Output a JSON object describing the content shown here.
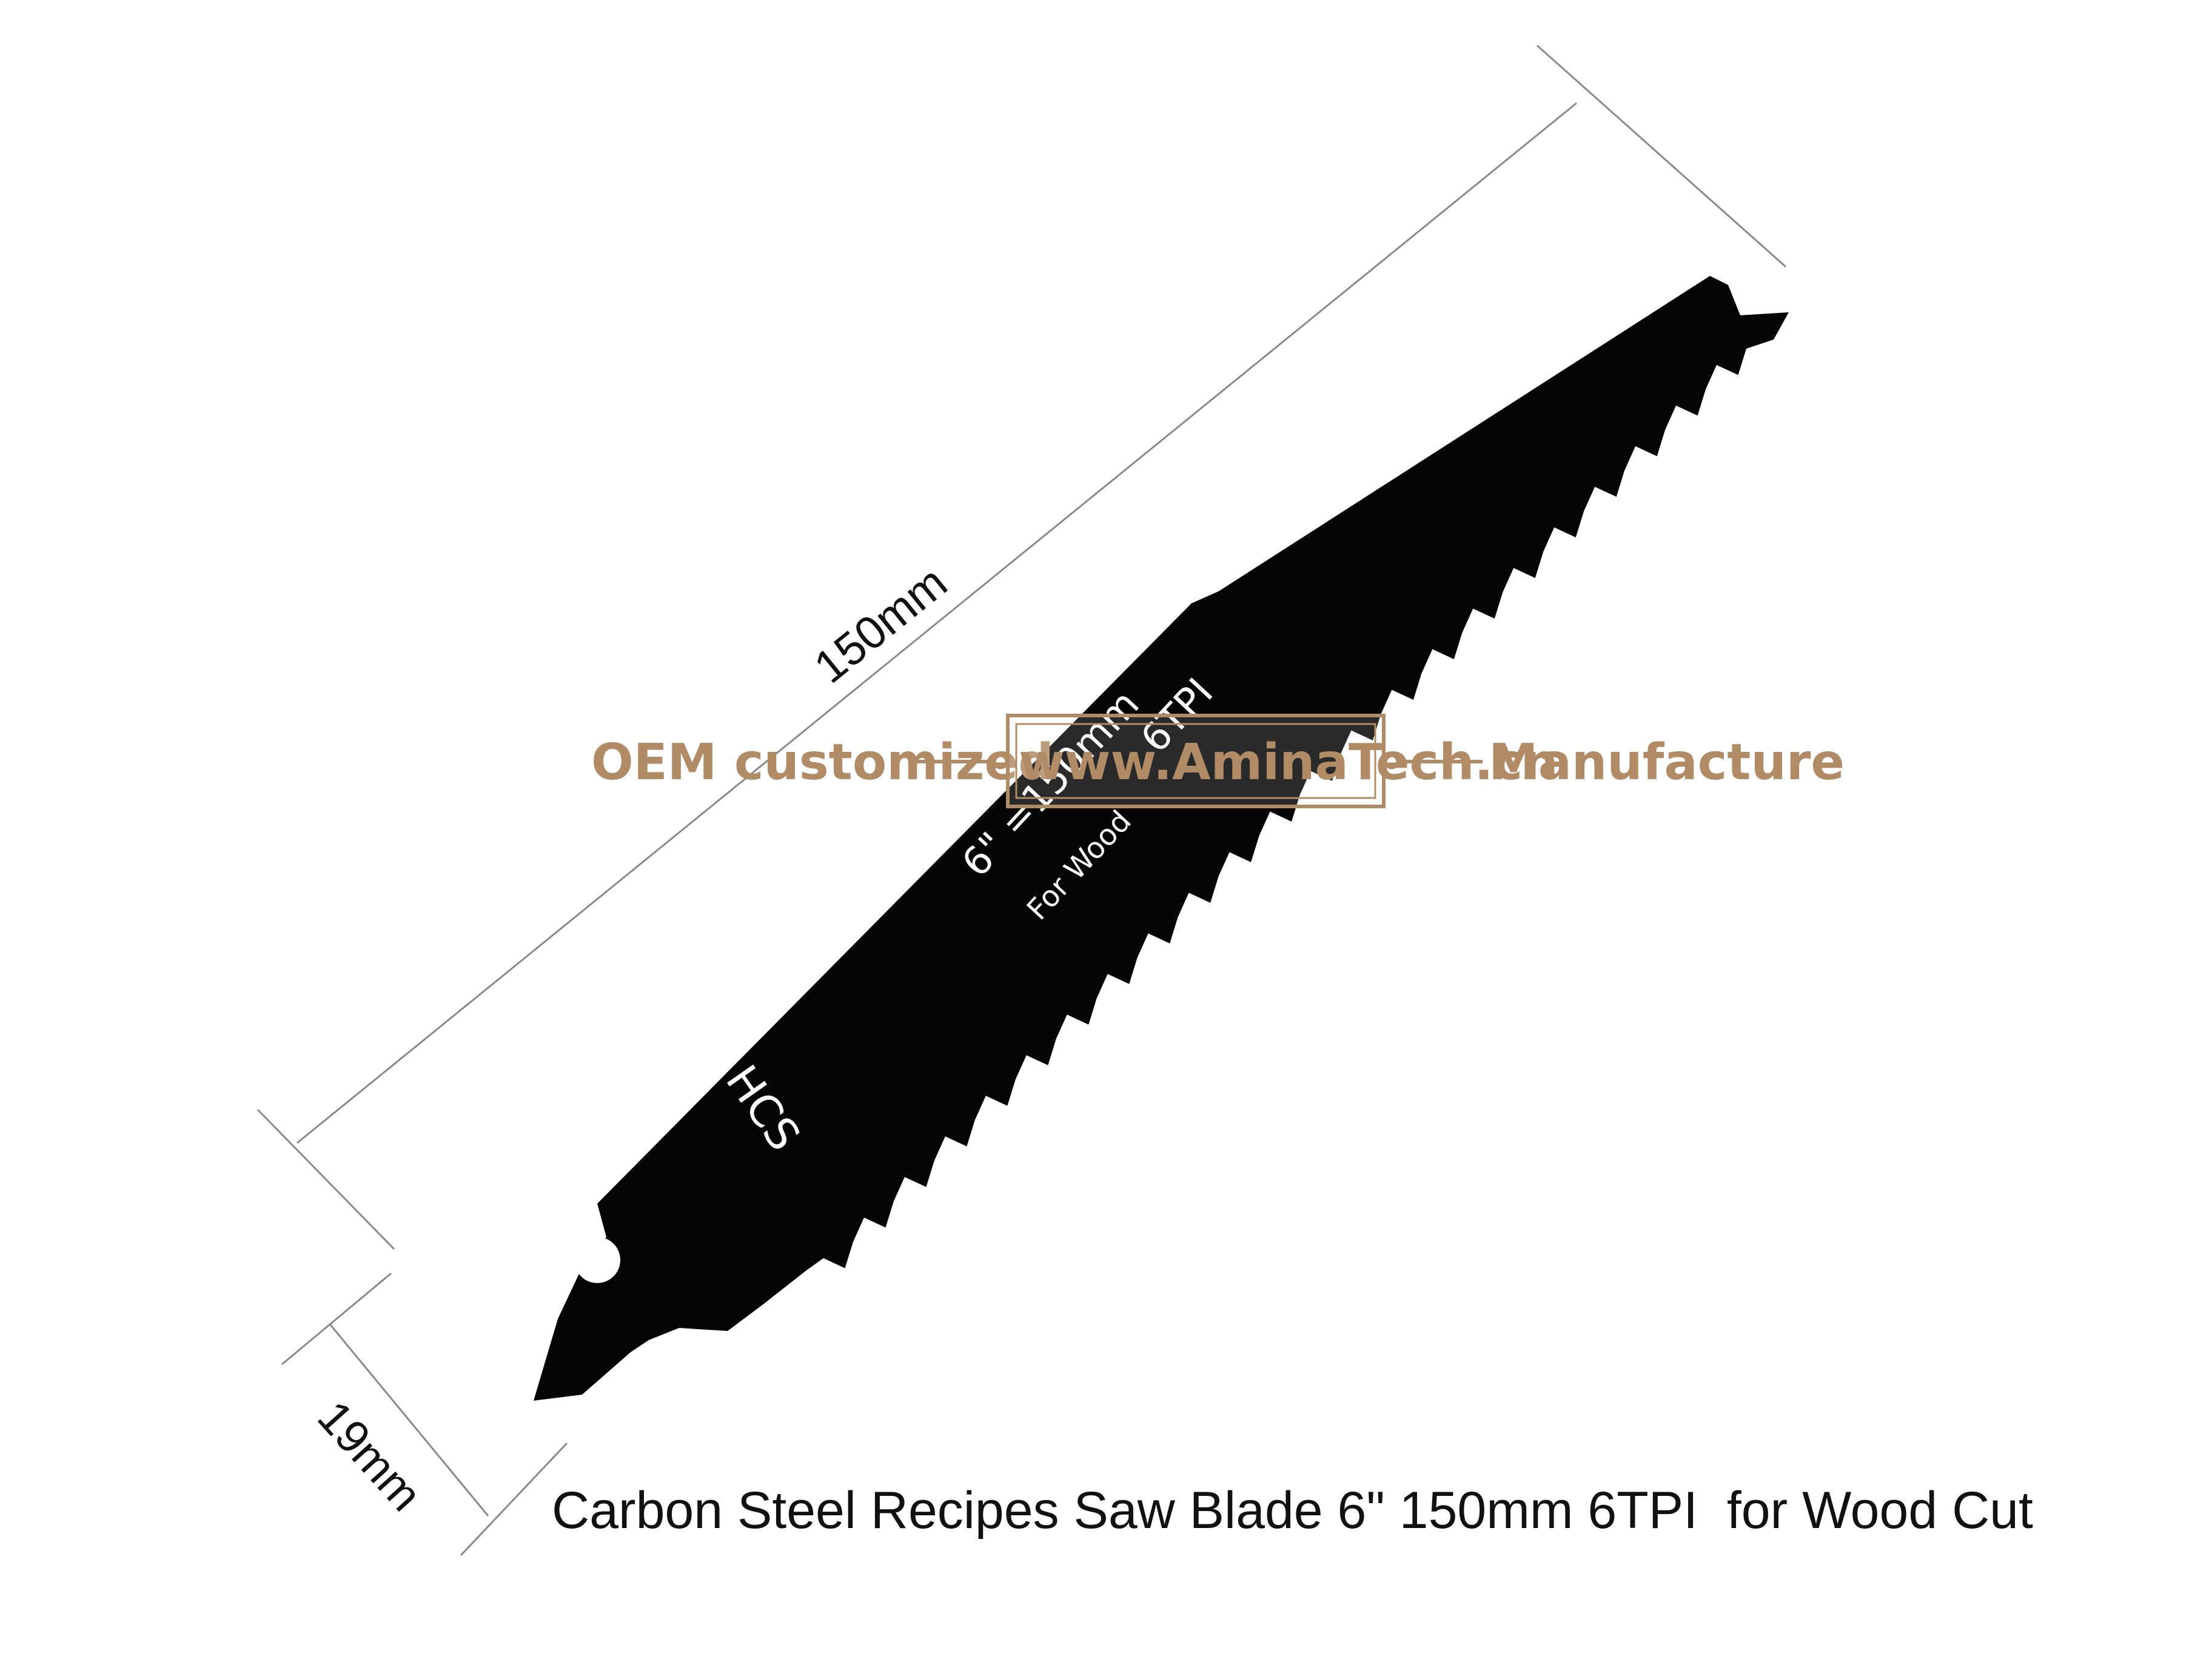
{
  "dimensions": {
    "length_label": "150mm",
    "width_label": "19mm"
  },
  "blade": {
    "markings": {
      "size": "6\" =150mm",
      "tpi": "6TPI",
      "use": "For Wood",
      "material": "HCS"
    }
  },
  "watermark": {
    "left": "OEM customized",
    "center": "www.AminaTech.cn",
    "right": "Manufacture",
    "color": "#b08b66"
  },
  "caption": "Carbon Steel Recipes Saw Blade 6\" 150mm 6TPI  for Wood Cut"
}
